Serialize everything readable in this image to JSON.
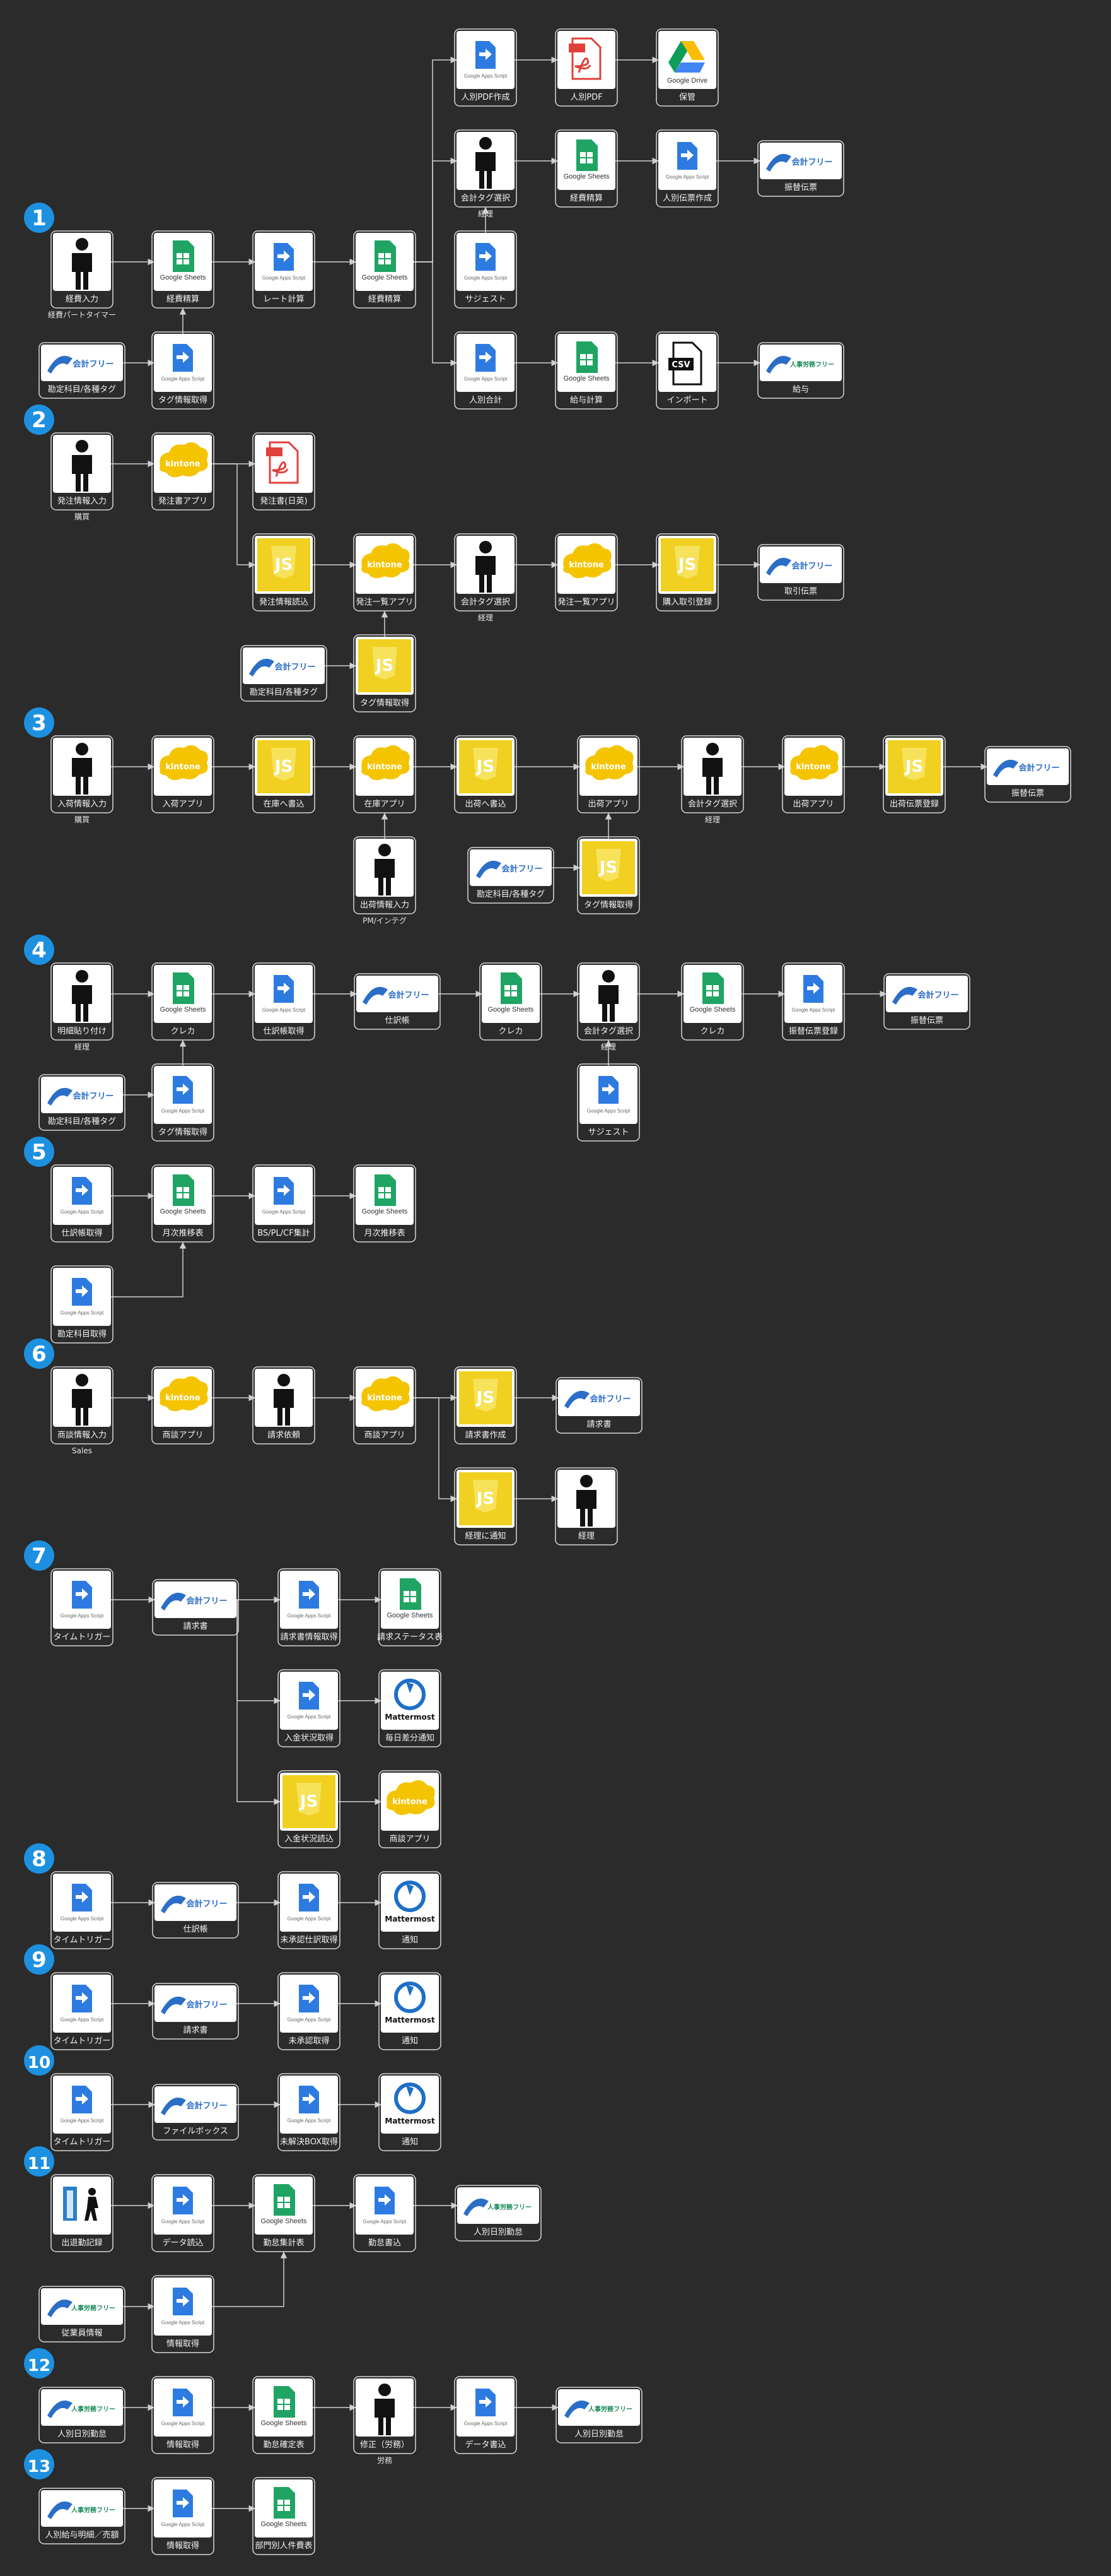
{
  "flows": [
    {
      "num": "1",
      "nodes": [
        {
          "id": "f1a",
          "icon": "person",
          "label": "経費入力",
          "sub": "経費パートタイマー"
        },
        {
          "id": "f1b",
          "icon": "sheets",
          "label": "経費精算"
        },
        {
          "id": "f1c",
          "icon": "gas",
          "label": "レート計算"
        },
        {
          "id": "f1d",
          "icon": "sheets",
          "label": "経費精算"
        },
        {
          "id": "f1e",
          "icon": "freee",
          "label": "勘定科目/各種タグ"
        },
        {
          "id": "f1f",
          "icon": "gas",
          "label": "タグ情報取得"
        },
        {
          "id": "f1g",
          "icon": "gas",
          "label": "人別PDF作成"
        },
        {
          "id": "f1h",
          "icon": "pdf",
          "label": "人別PDF"
        },
        {
          "id": "f1i",
          "icon": "drive",
          "label": "保管"
        },
        {
          "id": "f1j",
          "icon": "person",
          "label": "会計タグ選択",
          "sub": "経理"
        },
        {
          "id": "f1k",
          "icon": "sheets",
          "label": "経費精算"
        },
        {
          "id": "f1l",
          "icon": "gas",
          "label": "人別伝票作成"
        },
        {
          "id": "f1m",
          "icon": "freee",
          "label": "振替伝票"
        },
        {
          "id": "f1n",
          "icon": "gas",
          "label": "サジェスト"
        },
        {
          "id": "f1o",
          "icon": "gas",
          "label": "人別合計"
        },
        {
          "id": "f1p",
          "icon": "sheets",
          "label": "給与計算"
        },
        {
          "id": "f1q",
          "icon": "csv",
          "label": "インポート"
        },
        {
          "id": "f1r",
          "icon": "freeehr",
          "label": "給与"
        }
      ]
    },
    {
      "num": "2",
      "nodes": [
        {
          "id": "f2a",
          "icon": "person",
          "label": "発注情報入力",
          "sub": "購買"
        },
        {
          "id": "f2b",
          "icon": "kintone",
          "label": "発注書アプリ"
        },
        {
          "id": "f2c",
          "icon": "pdf",
          "label": "発注書(日英)"
        },
        {
          "id": "f2d",
          "icon": "js",
          "label": "発注情報読込"
        },
        {
          "id": "f2e",
          "icon": "kintone",
          "label": "発注一覧アプリ"
        },
        {
          "id": "f2f",
          "icon": "person",
          "label": "会計タグ選択",
          "sub": "経理"
        },
        {
          "id": "f2g",
          "icon": "kintone",
          "label": "発注一覧アプリ"
        },
        {
          "id": "f2h",
          "icon": "js",
          "label": "購入取引登録"
        },
        {
          "id": "f2i",
          "icon": "freee",
          "label": "取引伝票"
        },
        {
          "id": "f2j",
          "icon": "freee",
          "label": "勘定科目/各種タグ"
        },
        {
          "id": "f2k",
          "icon": "js",
          "label": "タグ情報取得"
        }
      ]
    },
    {
      "num": "3",
      "nodes": [
        {
          "id": "f3a",
          "icon": "person",
          "label": "入荷情報入力",
          "sub": "購買"
        },
        {
          "id": "f3b",
          "icon": "kintone",
          "label": "入荷アプリ"
        },
        {
          "id": "f3c",
          "icon": "js",
          "label": "在庫へ書込"
        },
        {
          "id": "f3d",
          "icon": "kintone",
          "label": "在庫アプリ"
        },
        {
          "id": "f3e",
          "icon": "js",
          "label": "出荷へ書込"
        },
        {
          "id": "f3f",
          "icon": "kintone",
          "label": "出荷アプリ"
        },
        {
          "id": "f3g",
          "icon": "person",
          "label": "会計タグ選択",
          "sub": "経理"
        },
        {
          "id": "f3h",
          "icon": "kintone",
          "label": "出荷アプリ"
        },
        {
          "id": "f3i",
          "icon": "js",
          "label": "出荷伝票登録"
        },
        {
          "id": "f3j",
          "icon": "freee",
          "label": "振替伝票"
        },
        {
          "id": "f3k",
          "icon": "person",
          "label": "出荷情報入力",
          "sub": "PM/インテグ"
        },
        {
          "id": "f3l",
          "icon": "freee",
          "label": "勘定科目/各種タグ"
        },
        {
          "id": "f3m",
          "icon": "js",
          "label": "タグ情報取得"
        }
      ]
    },
    {
      "num": "4",
      "nodes": [
        {
          "id": "f4a",
          "icon": "person",
          "label": "明細貼り付け",
          "sub": "経理"
        },
        {
          "id": "f4b",
          "icon": "sheets",
          "label": "クレカ"
        },
        {
          "id": "f4c",
          "icon": "gas",
          "label": "仕訳帳取得"
        },
        {
          "id": "f4d",
          "icon": "freee",
          "label": "仕訳帳"
        },
        {
          "id": "f4e",
          "icon": "sheets",
          "label": "クレカ"
        },
        {
          "id": "f4f",
          "icon": "person",
          "label": "会計タグ選択",
          "sub": "経理"
        },
        {
          "id": "f4g",
          "icon": "sheets",
          "label": "クレカ"
        },
        {
          "id": "f4h",
          "icon": "gas",
          "label": "振替伝票登録"
        },
        {
          "id": "f4i",
          "icon": "freee",
          "label": "振替伝票"
        },
        {
          "id": "f4j",
          "icon": "freee",
          "label": "勘定科目/各種タグ"
        },
        {
          "id": "f4k",
          "icon": "gas",
          "label": "タグ情報取得"
        },
        {
          "id": "f4l",
          "icon": "gas",
          "label": "サジェスト"
        }
      ]
    },
    {
      "num": "5",
      "nodes": [
        {
          "id": "f5a",
          "icon": "gas",
          "label": "仕訳帳取得"
        },
        {
          "id": "f5b",
          "icon": "sheets",
          "label": "月次推移表"
        },
        {
          "id": "f5c",
          "icon": "gas",
          "label": "BS/PL/CF集計"
        },
        {
          "id": "f5d",
          "icon": "sheets",
          "label": "月次推移表"
        },
        {
          "id": "f5e",
          "icon": "gas",
          "label": "勘定科目取得"
        }
      ]
    },
    {
      "num": "6",
      "nodes": [
        {
          "id": "f6a",
          "icon": "person",
          "label": "商談情報入力",
          "sub": "Sales"
        },
        {
          "id": "f6b",
          "icon": "kintone",
          "label": "商談アプリ"
        },
        {
          "id": "f6c",
          "icon": "person",
          "label": "請求依頼"
        },
        {
          "id": "f6d",
          "icon": "kintone",
          "label": "商談アプリ"
        },
        {
          "id": "f6e",
          "icon": "js",
          "label": "請求書作成"
        },
        {
          "id": "f6f",
          "icon": "freee",
          "label": "請求書"
        },
        {
          "id": "f6g",
          "icon": "js",
          "label": "経理に通知"
        },
        {
          "id": "f6h",
          "icon": "person",
          "label": "経理"
        }
      ]
    },
    {
      "num": "7",
      "nodes": [
        {
          "id": "f7a",
          "icon": "gas",
          "label": "タイムトリガー"
        },
        {
          "id": "f7b",
          "icon": "freee",
          "label": "請求書"
        },
        {
          "id": "f7c",
          "icon": "gas",
          "label": "請求書情報取得"
        },
        {
          "id": "f7d",
          "icon": "sheets",
          "label": "請求ステータス表"
        },
        {
          "id": "f7e",
          "icon": "gas",
          "label": "入金状況取得"
        },
        {
          "id": "f7f",
          "icon": "mattermost",
          "label": "毎日差分通知"
        },
        {
          "id": "f7g",
          "icon": "js",
          "label": "入金状況読込"
        },
        {
          "id": "f7h",
          "icon": "kintone",
          "label": "商談アプリ"
        }
      ]
    },
    {
      "num": "8",
      "nodes": [
        {
          "id": "f8a",
          "icon": "gas",
          "label": "タイムトリガー"
        },
        {
          "id": "f8b",
          "icon": "freee",
          "label": "仕訳帳"
        },
        {
          "id": "f8c",
          "icon": "gas",
          "label": "未承認仕訳取得"
        },
        {
          "id": "f8d",
          "icon": "mattermost",
          "label": "通知"
        }
      ]
    },
    {
      "num": "9",
      "nodes": [
        {
          "id": "f9a",
          "icon": "gas",
          "label": "タイムトリガー"
        },
        {
          "id": "f9b",
          "icon": "freee",
          "label": "請求書"
        },
        {
          "id": "f9c",
          "icon": "gas",
          "label": "未承認取得"
        },
        {
          "id": "f9d",
          "icon": "mattermost",
          "label": "通知"
        }
      ]
    },
    {
      "num": "10",
      "nodes": [
        {
          "id": "f10a",
          "icon": "gas",
          "label": "タイムトリガー"
        },
        {
          "id": "f10b",
          "icon": "freee",
          "label": "ファイルボックス"
        },
        {
          "id": "f10c",
          "icon": "gas",
          "label": "未解決BOX取得"
        },
        {
          "id": "f10d",
          "icon": "mattermost",
          "label": "通知"
        }
      ]
    },
    {
      "num": "11",
      "nodes": [
        {
          "id": "f11a",
          "icon": "door",
          "label": "出退勤記録"
        },
        {
          "id": "f11b",
          "icon": "gas",
          "label": "データ読込"
        },
        {
          "id": "f11c",
          "icon": "sheets",
          "label": "勤怠集計表"
        },
        {
          "id": "f11d",
          "icon": "gas",
          "label": "勤怠書込"
        },
        {
          "id": "f11e",
          "icon": "freeehr",
          "label": "人別日別勤怠"
        },
        {
          "id": "f11f",
          "icon": "freeehr",
          "label": "従業員情報"
        },
        {
          "id": "f11g",
          "icon": "gas",
          "label": "情報取得"
        }
      ]
    },
    {
      "num": "12",
      "nodes": [
        {
          "id": "f12a",
          "icon": "freeehr",
          "label": "人別日別勤怠"
        },
        {
          "id": "f12b",
          "icon": "gas",
          "label": "情報取得"
        },
        {
          "id": "f12c",
          "icon": "sheets",
          "label": "勤怠確定表"
        },
        {
          "id": "f12d",
          "icon": "person",
          "label": "修正（労務）",
          "sub": "労務"
        },
        {
          "id": "f12e",
          "icon": "gas",
          "label": "データ書込"
        },
        {
          "id": "f12f",
          "icon": "freeehr",
          "label": "人別日別勤怠"
        }
      ]
    },
    {
      "num": "13",
      "nodes": [
        {
          "id": "f13a",
          "icon": "freeehr",
          "label": "人別給与明細／売額"
        },
        {
          "id": "f13b",
          "icon": "gas",
          "label": "情報取得"
        },
        {
          "id": "f13c",
          "icon": "sheets",
          "label": "部門別人件費表"
        }
      ]
    }
  ],
  "icon_text": {
    "sheets": "Google Sheets",
    "drive": "Google Drive",
    "kintone": "kintone",
    "csv": "CSV",
    "mattermost": "Mattermost",
    "freee": "会計フリー",
    "freeehr": "人事労務フリー",
    "gas": "Google Apps Script",
    "js": "JS"
  },
  "colors": {
    "background": "#2b2b2b",
    "badge": "#1e90e0",
    "node_border": "#d8d8d8",
    "sheets_green": "#1fa463",
    "gas_blue": "#2d7be0",
    "kintone_yellow": "#f5c400",
    "js_yellow": "#f0d020",
    "pdf_red": "#e0413a",
    "freee_blue": "#2b6ec7"
  }
}
